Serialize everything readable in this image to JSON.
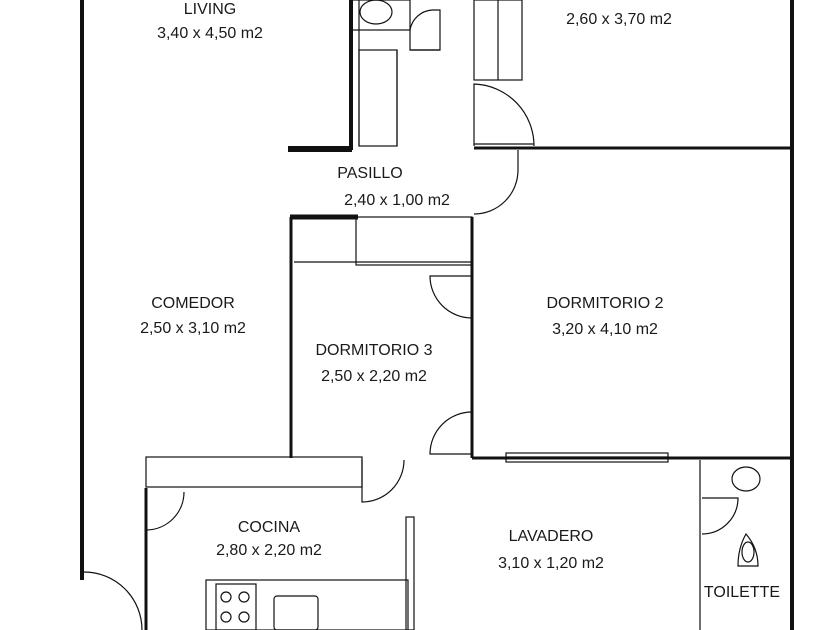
{
  "rooms": {
    "living": {
      "name": "LIVING",
      "dims": "3,40 x 4,50 m2"
    },
    "dormitorio_1": {
      "name": "",
      "dims": "2,60  x 3,70 m2"
    },
    "pasillo": {
      "name": "PASILLO",
      "dims": "2,40 x 1,00 m2"
    },
    "comedor": {
      "name": "COMEDOR",
      "dims": "2,50 x 3,10 m2"
    },
    "dormitorio_2": {
      "name": "DORMITORIO 2",
      "dims": "3,20 x 4,10 m2"
    },
    "dormitorio_3": {
      "name": "DORMITORIO 3",
      "dims": "2,50 x 2,20 m2"
    },
    "cocina": {
      "name": "COCINA",
      "dims": "2,80 x 2,20 m2"
    },
    "lavadero": {
      "name": "LAVADERO",
      "dims": "3,10 x 1,20 m2"
    },
    "toilette": {
      "name": "TOILETTE"
    }
  }
}
